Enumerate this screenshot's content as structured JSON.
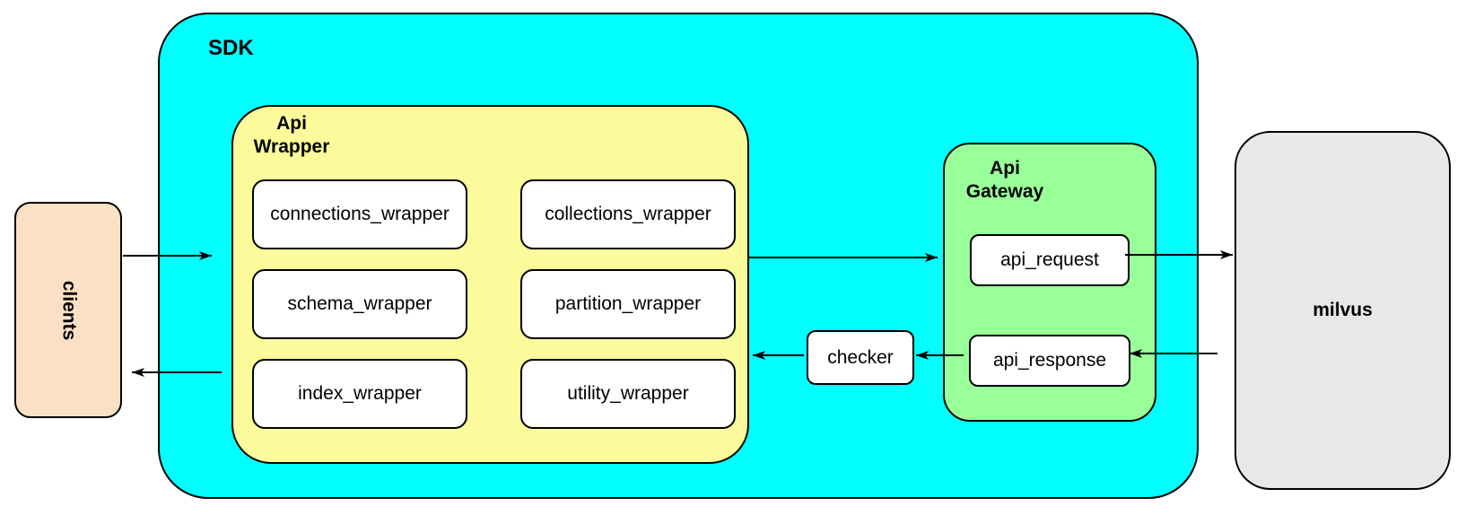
{
  "diagram": {
    "clients": {
      "label": "clients",
      "fill": "#FAE1C5"
    },
    "sdk": {
      "label": "SDK",
      "fill": "#00FFFF",
      "api_wrapper": {
        "label": "Api\nWrapper",
        "fill": "#FBFB9B",
        "boxes": [
          "connections_wrapper",
          "collections_wrapper",
          "schema_wrapper",
          "partition_wrapper",
          "index_wrapper",
          "utility_wrapper"
        ]
      },
      "checker": {
        "label": "checker",
        "fill": "#FFFFFF"
      },
      "api_gateway": {
        "label": "Api\nGateway",
        "fill": "#99FF99",
        "boxes": [
          "api_request",
          "api_response"
        ]
      }
    },
    "milvus": {
      "label": "milvus",
      "fill": "#E8E8E8"
    },
    "style": {
      "border_color": "#000000",
      "arrow_color": "#000000",
      "inner_box_fill": "#FFFFFF"
    },
    "arrows": [
      {
        "name": "clients-to-sdk",
        "from": "clients",
        "to": "sdk"
      },
      {
        "name": "api-wrapper-to-api-gateway",
        "from": "api_wrapper",
        "to": "api_gateway"
      },
      {
        "name": "api-request-to-milvus",
        "from": "api_request",
        "to": "milvus"
      },
      {
        "name": "milvus-to-api-response",
        "from": "milvus",
        "to": "api_response"
      },
      {
        "name": "api-response-to-checker",
        "from": "api_response",
        "to": "checker"
      },
      {
        "name": "checker-to-api-wrapper",
        "from": "checker",
        "to": "api_wrapper"
      },
      {
        "name": "sdk-to-clients",
        "from": "sdk",
        "to": "clients"
      }
    ]
  }
}
